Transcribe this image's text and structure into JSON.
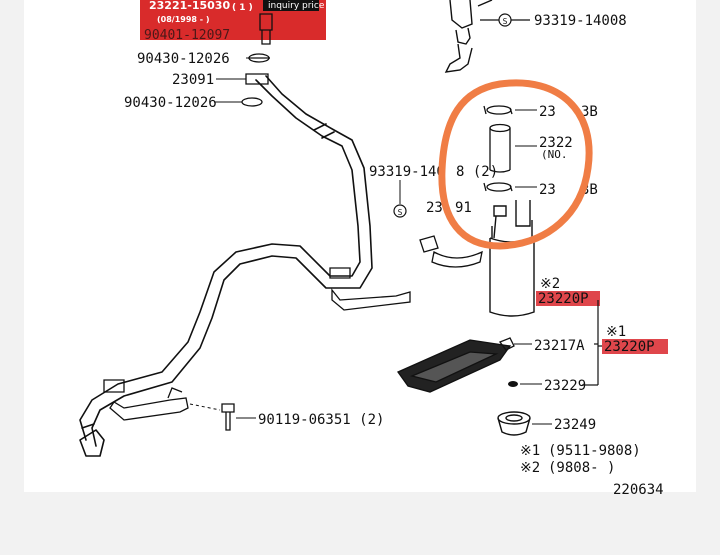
{
  "banner": {
    "part_number": "23221-15030",
    "qty": "( 1 )",
    "date_range": "(08/1998 - )",
    "tooltip": "inquiry price",
    "partial_under": "90401-12097"
  },
  "labels": {
    "p93319_14008": "93319-14008",
    "p90430_12026_a": "90430-12026",
    "p23091_a": "23091",
    "p90430_12026_b": "90430-12026",
    "p93319_140x8_2": "93319-140",
    "p93319_suffix": "8 (2)",
    "p23291": "23",
    "p23291b": "91",
    "p2383b_top_a": "23",
    "p2383b_top_b": "3B",
    "p2322_a": "2322",
    "p2322_no": "(NO.",
    "p2383b_bot_a": "23",
    "p2383b_bot_b": "3B",
    "mark2": "※2",
    "p23220p_2": "23220P",
    "mark1": "※1",
    "p23220p_1": "23220P",
    "p23217a": "23217A",
    "p23229": "23229",
    "p90119": "90119-06351 (2)",
    "p90119_tick": "’",
    "p23249": "23249",
    "note1_mark": "※1",
    "note1_text": "(9511-9808)",
    "note2_mark": "※2",
    "note2_text": "(9808-     )",
    "diagram_id": "220634"
  },
  "colors": {
    "highlight": "#d9262b",
    "circle": "#f07d45",
    "banner": "#d92b2b",
    "tooltip": "#111111"
  }
}
